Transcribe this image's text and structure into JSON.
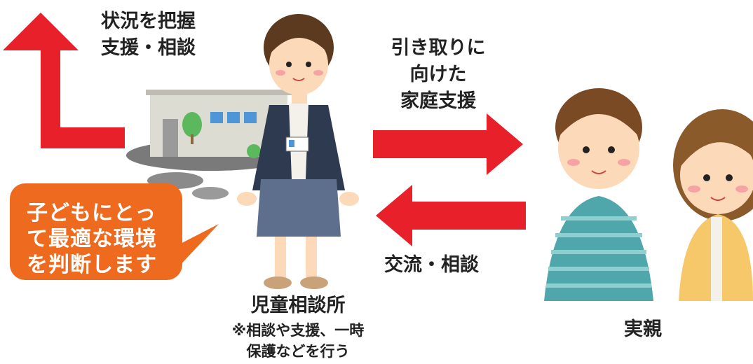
{
  "labels": {
    "situation_line1": "状況を把握",
    "situation_line2": "支援・相談",
    "pickup_line1": "引き取りに",
    "pickup_line2": "向けた",
    "pickup_line3": "家庭支援",
    "exchange": "交流・相談",
    "center_title": "児童相談所",
    "center_note_line1": "※相談や支援、一時",
    "center_note_line2": "保護などを行う",
    "parents": "実親"
  },
  "bubble": {
    "line1": "子どもにとっ",
    "line2": "て最適な環境",
    "line3": "を判断します"
  },
  "colors": {
    "arrow": "#e8202a",
    "bubble": "#ee6a1f",
    "building": "#d9d9cf",
    "staff_skirt": "#5e6f8e",
    "boy_shirt": "#4fa7ab",
    "woman_top": "#f7c86a"
  }
}
